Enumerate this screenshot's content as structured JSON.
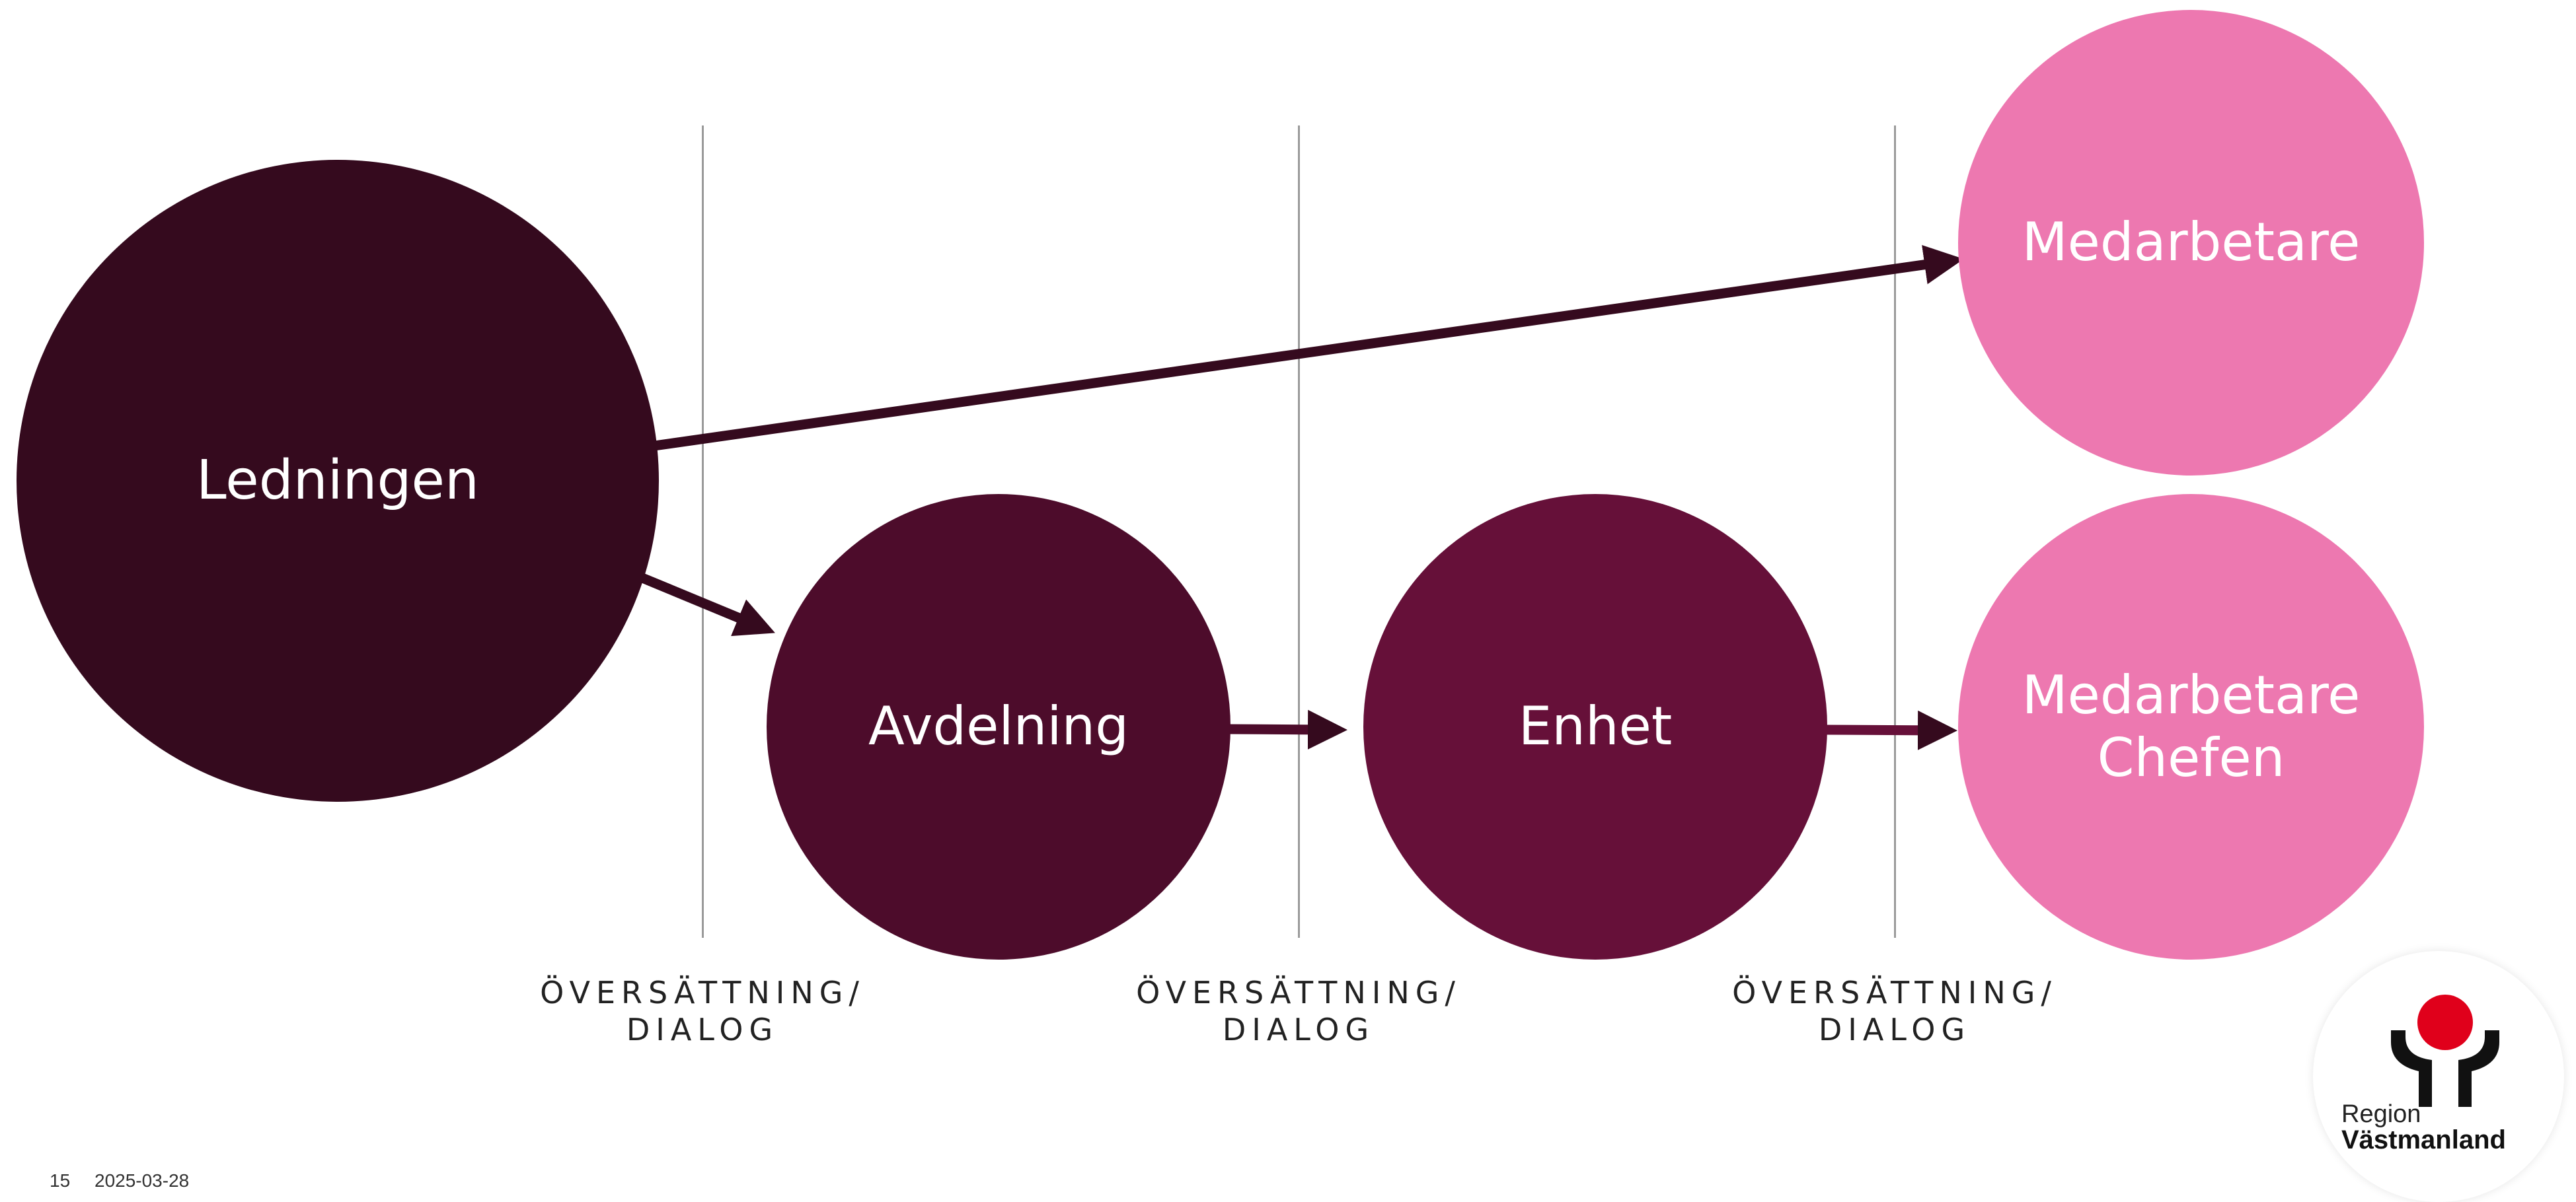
{
  "nodes": {
    "ledningen": "Ledningen",
    "avdelning": "Avdelning",
    "enhet": "Enhet",
    "medarbetare_top": "Medarbetare",
    "medarbetare_chefen_line1": "Medarbetare",
    "medarbetare_chefen_line2": "Chefen"
  },
  "captions": [
    {
      "line1": "ÖVERSÄTTNING/",
      "line2": "DIALOG"
    },
    {
      "line1": "ÖVERSÄTTNING/",
      "line2": "DIALOG"
    },
    {
      "line1": "ÖVERSÄTTNING/",
      "line2": "DIALOG"
    }
  ],
  "logo": {
    "region": "Region",
    "name": "Västmanland",
    "icon": "region-vastmanland-logo"
  },
  "footer": {
    "page_number": "15",
    "date": "2025-03-28"
  },
  "colors": {
    "ledningen": "#350a1e",
    "avdelning": "#4d0c2b",
    "enhet": "#661039",
    "medarbetare": "#ed78b0",
    "arrow": "#350a1e",
    "logo_red": "#e0001b"
  }
}
